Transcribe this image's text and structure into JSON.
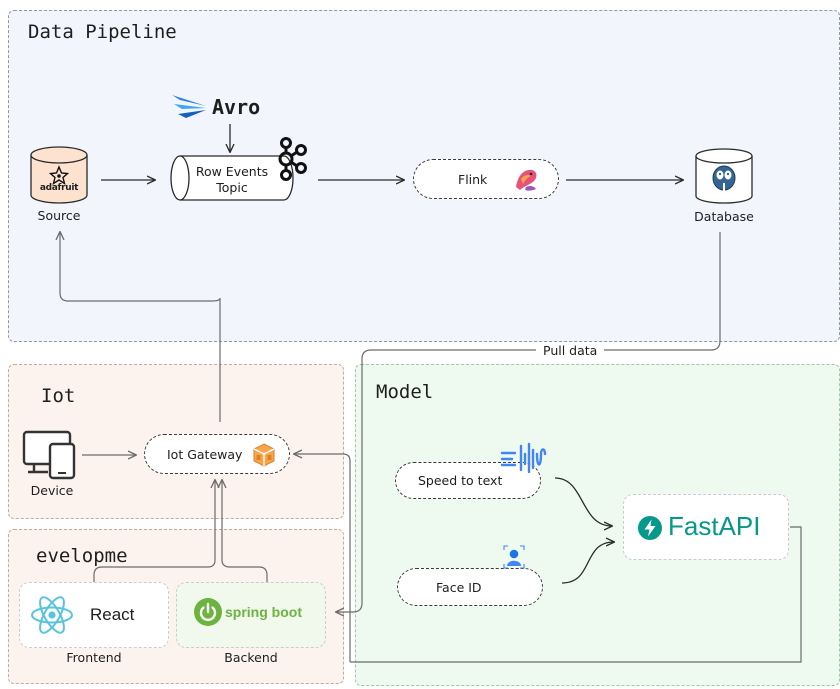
{
  "groups": {
    "pipeline_title": "Data Pipeline",
    "iot_title": "Iot",
    "dev_title": "evelopme",
    "model_title": "Model"
  },
  "nodes": {
    "source": {
      "logo_text": "adafruit",
      "label": "Source"
    },
    "avro": {
      "label": "Avro"
    },
    "topic": {
      "line1": "Row Events",
      "line2": "Topic"
    },
    "flink": {
      "label": "Flink"
    },
    "database": {
      "label": "Database"
    },
    "device": {
      "label": "Device"
    },
    "iot_gateway": {
      "label": "Iot Gateway"
    },
    "frontend": {
      "card_text": "React",
      "label": "Frontend"
    },
    "backend": {
      "card_text": "spring boot",
      "label": "Backend"
    },
    "speed_to_text": {
      "label": "Speed to text"
    },
    "face_id": {
      "label": "Face ID"
    },
    "fastapi": {
      "label": "FastAPI"
    }
  },
  "edges": {
    "pull_data_label": "Pull data"
  },
  "icons": [
    "adafruit-icon",
    "avro-icon",
    "kafka-icon",
    "flink-icon",
    "postgresql-icon",
    "device-icon",
    "aws-iot-icon",
    "react-icon",
    "spring-boot-icon",
    "speech-wave-icon",
    "face-id-icon",
    "fastapi-icon"
  ],
  "colors": {
    "pipeline_bg": "#f2f6fc",
    "iot_bg": "#fdf3ee",
    "model_bg": "#eefaf0",
    "fastapi_teal": "#05998b",
    "spring_green": "#6db33f",
    "react_blue": "#58c4dc",
    "google_blue": "#4285f4"
  }
}
